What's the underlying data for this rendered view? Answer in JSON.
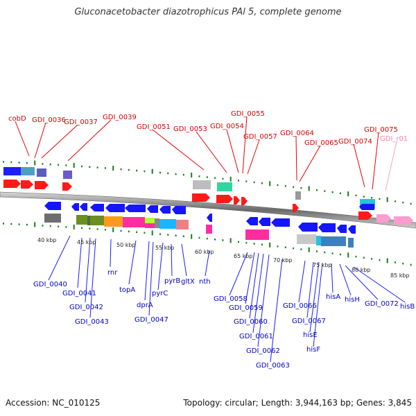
{
  "title": "Gluconacetobacter diazotrophicus PAl 5, complete genome",
  "footer": {
    "accession": "Accession: NC_010125",
    "topology": "Topology: circular; Length: 3,944,163 bp; Genes: 3,845"
  },
  "scale_labels": [
    "40 kbp",
    "45 kbp",
    "50 kbp",
    "55 kbp",
    "60 kbp",
    "65 kbp",
    "70 kbp",
    "75 kbp",
    "80 kbp",
    "85 kbp"
  ],
  "top_labels": [
    "cobD",
    "GDI_0036",
    "GDI_0037",
    "GDI_0039",
    "GDI_0051",
    "GDI_0053",
    "GDI_0054",
    "GDI_0055",
    "GDI_0057",
    "GDI_0064",
    "GDI_0065",
    "GDI_0074",
    "GDI_0075",
    "GDI_r01"
  ],
  "bottom_labels": [
    "GDI_0040",
    "GDI_0041",
    "GDI_0042",
    "GDI_0043",
    "rnr",
    "topA",
    "dprA",
    "GDI_0047",
    "pyrC",
    "pyrB",
    "gltX",
    "nth",
    "GDI_0058",
    "GDI_0059",
    "GDI_0060",
    "GDI_0061",
    "GDI_0062",
    "GDI_0063",
    "GDI_0066",
    "GDI_0067",
    "hisE",
    "hisF",
    "hisA",
    "hisH",
    "GDI_0072",
    "hisB"
  ],
  "colors": {
    "forward_gene": "#ff0000",
    "reverse_gene": "#0000ff",
    "top_label": "#d40000",
    "bottom_label": "#0000c8",
    "rrna_label": "#ff7fb0",
    "tick": "#1a7a1a",
    "backbone": "#808080"
  }
}
